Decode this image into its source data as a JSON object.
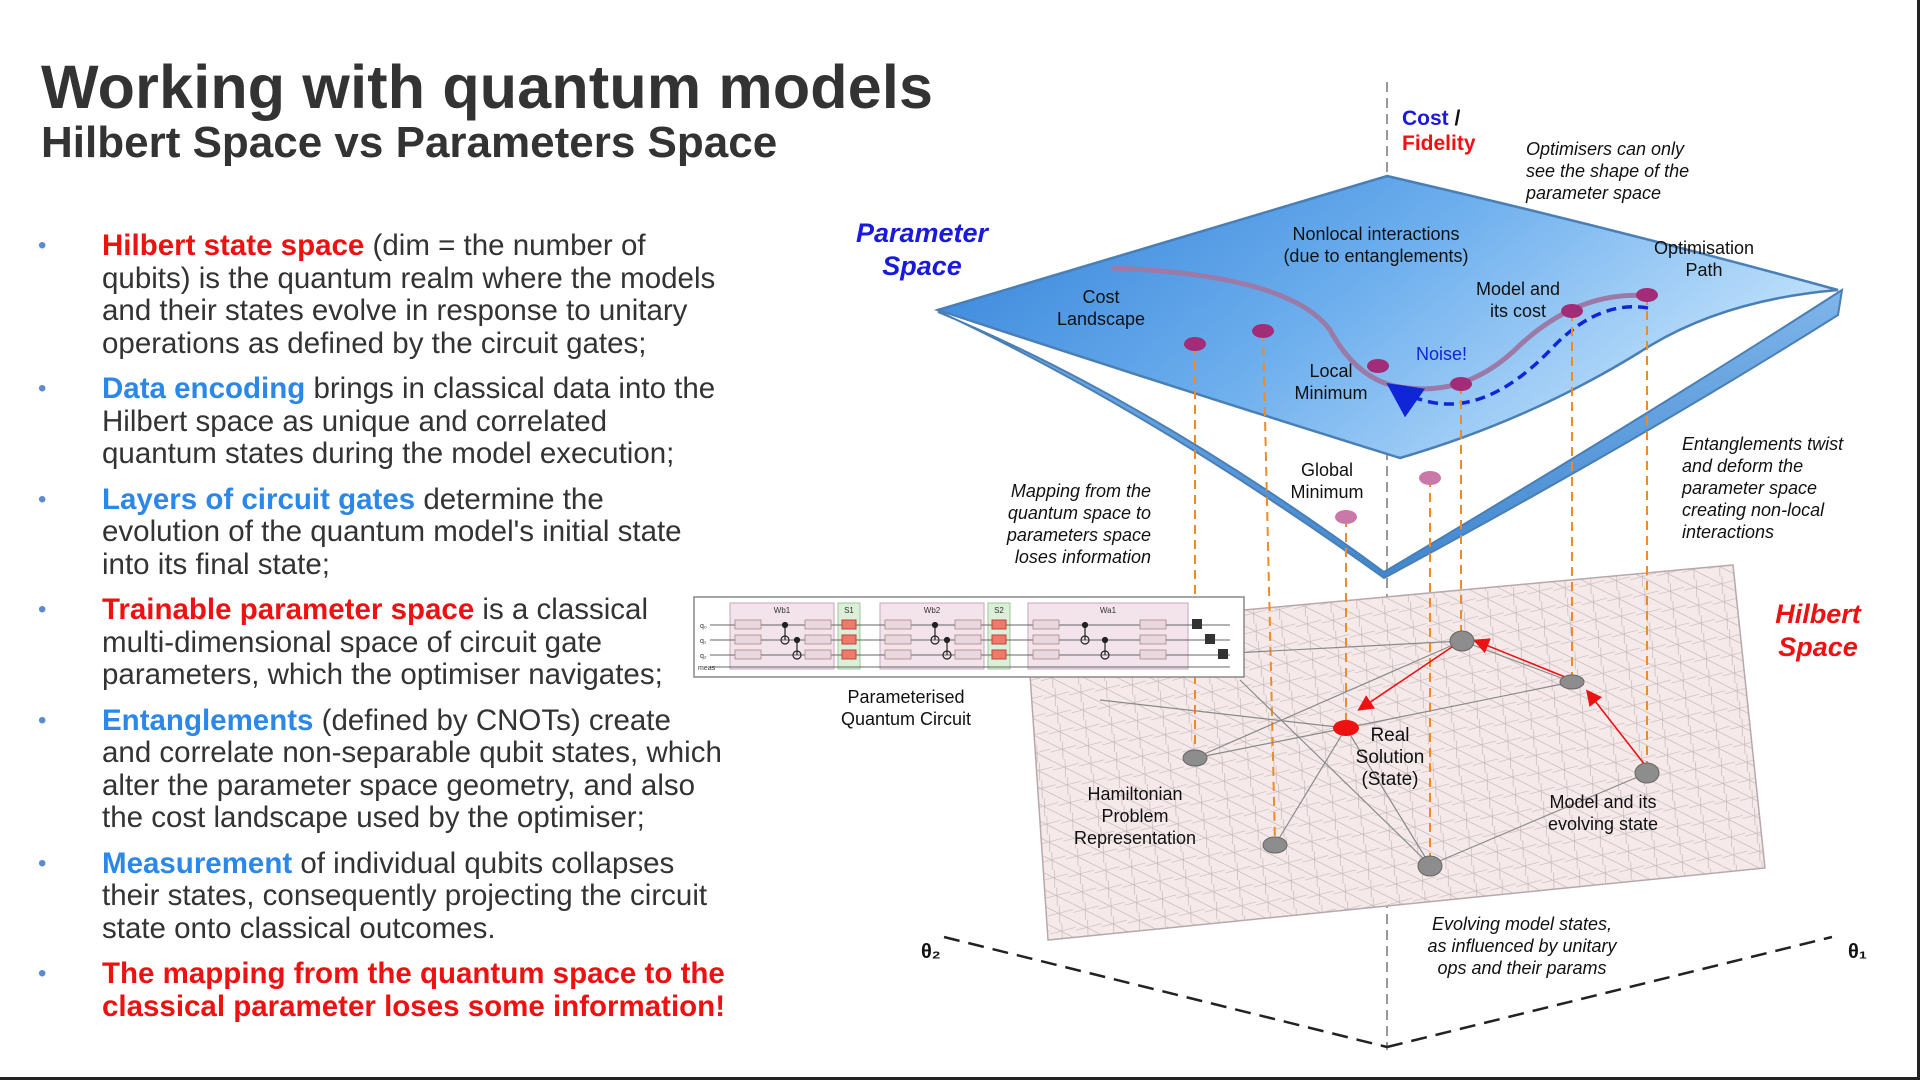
{
  "slide": {
    "title": "Working with quantum models",
    "subtitle": "Hilbert Space vs Parameters Space"
  },
  "bullets": [
    {
      "key": "Hilbert state space",
      "key_color": "red",
      "text": " (dim = the number of qubits) is the quantum realm where the models and their states evolve in response to unitary operations as defined by the circuit gates;"
    },
    {
      "key": "Data encoding",
      "key_color": "blue",
      "text": " brings in classical data into the Hilbert space as unique and correlated quantum states during the model execution;"
    },
    {
      "key": "Layers of circuit gates",
      "key_color": "blue",
      "text": " determine the evolution of the quantum model's initial state into its final state;"
    },
    {
      "key": "Trainable parameter space",
      "key_color": "red",
      "text": " is a classical multi-dimensional space of circuit gate parameters, which the optimiser navigates;"
    },
    {
      "key": "Entanglements",
      "key_color": "blue",
      "text": " (defined by CNOTs) create and correlate non-separable qubit states, which alter the parameter space geometry, and also the cost landscape used by the optimiser;"
    },
    {
      "key": "Measurement",
      "key_color": "blue",
      "text": " of individual qubits collapses their states, consequently projecting the circuit state onto classical outcomes."
    },
    {
      "key": "",
      "key_color": "red",
      "text": "The mapping from the quantum space to the classical parameter loses some information!"
    }
  ],
  "diagram": {
    "cost_label": "Cost",
    "slash": " /",
    "fidelity_label": "Fidelity",
    "optimisers_note": [
      "Optimisers can only",
      "see the shape of the",
      "parameter space"
    ],
    "parameter_space": [
      "Parameter",
      "Space"
    ],
    "nonlocal": [
      "Nonlocal interactions",
      "(due to entanglements)"
    ],
    "optimisation_path": [
      "Optimisation",
      "Path"
    ],
    "cost_landscape": [
      "Cost",
      "Landscape"
    ],
    "model_cost": [
      "Model and",
      "its cost"
    ],
    "noise": "Noise!",
    "local_minimum": [
      "Local",
      "Minimum"
    ],
    "global_minimum": [
      "Global",
      "Minimum"
    ],
    "entanglements_note": [
      "Entanglements twist",
      "and deform the",
      "parameter space",
      "creating non-local",
      "interactions"
    ],
    "mapping_note": [
      "Mapping from the",
      "quantum space to",
      "parameters space",
      "loses information"
    ],
    "hilbert_space": [
      "Hilbert",
      "Space"
    ],
    "circuit_caption": [
      "Parameterised",
      "Quantum Circuit"
    ],
    "circuit_blocks": [
      "Wb1",
      "S1",
      "Wb2",
      "S2",
      "Wa1"
    ],
    "circuit_wires": [
      "q₀",
      "q₁",
      "q₂",
      "meas"
    ],
    "real_solution": [
      "Real",
      "Solution",
      "(State)"
    ],
    "hamiltonian": [
      "Hamiltonian",
      "Problem",
      "Representation"
    ],
    "model_state": [
      "Model and its",
      "evolving state"
    ],
    "evolving_note": [
      "Evolving model states,",
      "as influenced by unitary",
      "ops and their params"
    ],
    "theta2": "θ₂",
    "theta1": "θ₁",
    "colors": {
      "blue_label": "#1a1adc",
      "red_label": "#ee1111",
      "plane_edge": "#4a7fb6",
      "path": "#9c7aa8",
      "point": "#a32c78",
      "dash": "#f08a24",
      "noise": "#1024d8"
    }
  }
}
